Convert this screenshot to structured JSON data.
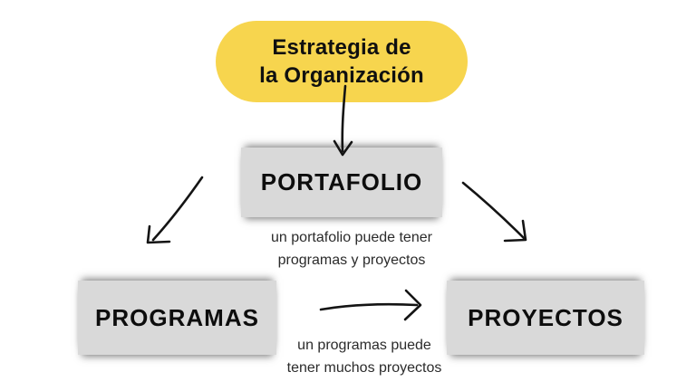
{
  "diagram": {
    "title_shape": {
      "label_line1": "Estrategia de",
      "label_line2": "la Organización"
    },
    "nodes": {
      "portfolio": {
        "label": "PORTAFOLIO"
      },
      "programs": {
        "label": "PROGRAMAS"
      },
      "projects": {
        "label": "PROYECTOS"
      }
    },
    "captions": {
      "portfolio_note_line1": "un portafolio puede tener",
      "portfolio_note_line2": "programas y proyectos",
      "programs_note_line1": "un programas puede",
      "programs_note_line2": "tener muchos proyectos"
    },
    "arrows": [
      "arrow-down-strategy-to-portfolio",
      "arrow-down-left-portfolio-to-programs",
      "arrow-down-right-portfolio-to-projects",
      "arrow-right-programs-to-projects"
    ]
  },
  "colors": {
    "accent-yellow": "#F7D54E",
    "box-gray": "#D9D9D9",
    "ink": "#141414",
    "caption-ink": "#2b2b2b",
    "bg": "#ffffff"
  }
}
